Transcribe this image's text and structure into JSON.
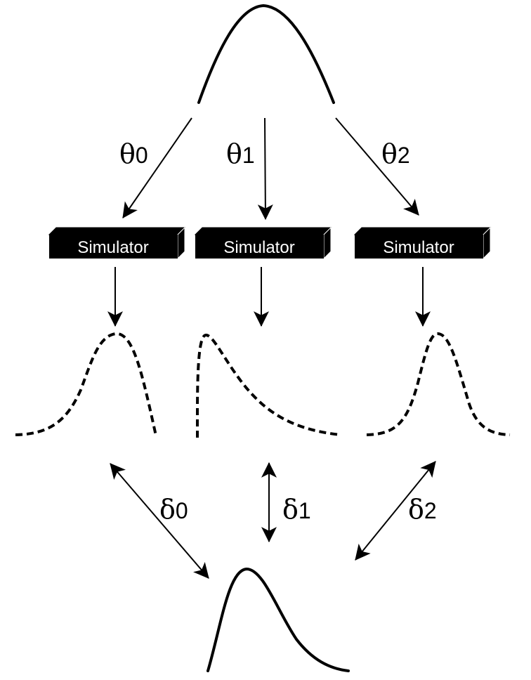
{
  "diagram": {
    "theta_labels": [
      {
        "symbol": "θ",
        "index": "0"
      },
      {
        "symbol": "θ",
        "index": "1"
      },
      {
        "symbol": "θ",
        "index": "2"
      }
    ],
    "delta_labels": [
      {
        "symbol": "δ",
        "index": "0"
      },
      {
        "symbol": "δ",
        "index": "1"
      },
      {
        "symbol": "δ",
        "index": "2"
      }
    ],
    "simulators": [
      {
        "label": "Simulator"
      },
      {
        "label": "Simulator"
      },
      {
        "label": "Simulator"
      }
    ]
  }
}
